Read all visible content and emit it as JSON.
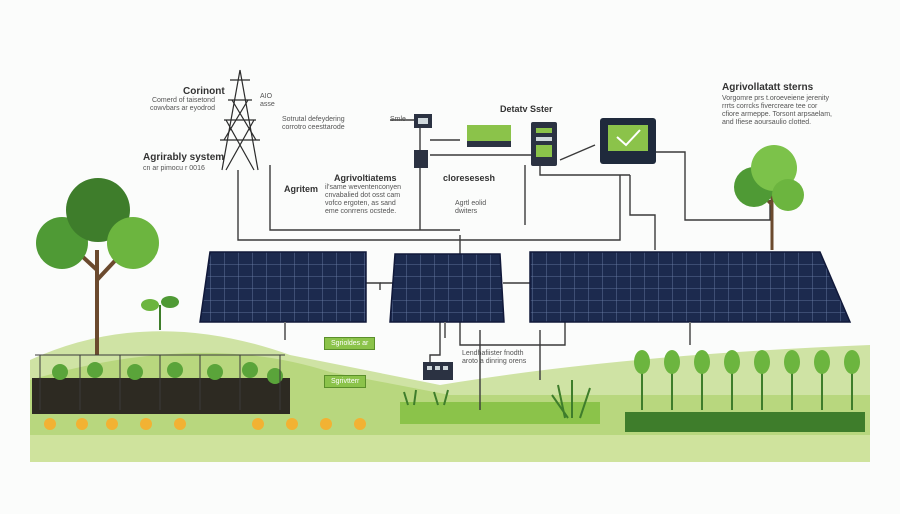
{
  "labels": {
    "left_top_title": "Corinont",
    "left_top_sub": "Comerd of taisetond\ncowvbars ar eyodrod",
    "tower_tag": "AIO\nasse",
    "agri_system_title": "Agrirably system",
    "agri_system_sub": "cn ar pimocu r 0016",
    "sensor_note": "Sotrutal defeydering\ncorrotro ceesttarode",
    "smile_label": "Smle",
    "data_title": "Detatv Sster",
    "right_title": "Agrivollatatt sterns",
    "right_sub": "Vorgomre prs t.oroeveiene jerenity\nrrrts corrcks fivercreare tee cor\ncfiore armeppe. Torsont arpsaelam,\nand Ifiese aoursaulio clotted.",
    "agritem_label": "Agritem",
    "agrivolt_title": "Agrivoltiatems",
    "agrivolt_sub": "il'same weventenconyen\ncnvabalied dot osst cam\nvofco ergoten, as sand\neme conrrens ocstede.",
    "mid_title": "cloresesesh",
    "mid_sub": "Agrtl eolid\ndwiters",
    "tag1": "Sgrioldes ar",
    "tag2": "Sgrivtterr",
    "bottom_note": "Lendhafiister fnodth\naroto a dinring orens"
  },
  "colors": {
    "accent_green": "#8bc34a",
    "dark_green": "#3e7d2b",
    "panel_blue": "#1d2b4f",
    "line": "#3a3a3a"
  }
}
